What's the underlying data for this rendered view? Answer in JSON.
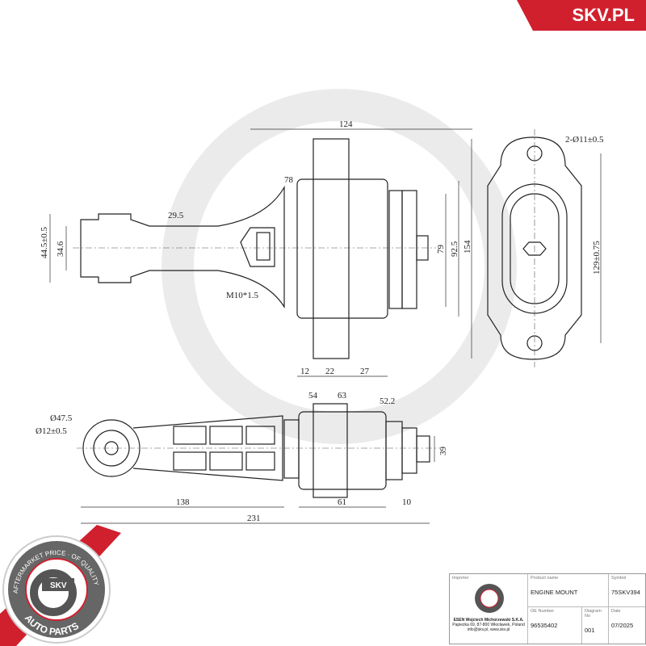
{
  "brand": {
    "name": "SKV.PL",
    "color": "#d0202e"
  },
  "logo": {
    "top_text": "AFTERMARKET PRICE · OF QUALITY",
    "center": "SKV",
    "bottom_text": "AUTO PARTS"
  },
  "dimensions": {
    "top_width": "124",
    "flange": "78",
    "arm_w": "29.5",
    "arm_h_tol": "44.5±0.5",
    "arm_h": "34.6",
    "thread": "M10*1.5",
    "h79": "79",
    "h92": "92.5",
    "h154": "154",
    "w12": "12",
    "w22": "22",
    "w27": "27",
    "holes": "2-Ø11±0.5",
    "hole_span": "129±0.75",
    "d47": "Ø47.5",
    "d12": "Ø12±0.5",
    "w54": "54",
    "w63": "63",
    "w52": "52.2",
    "h39": "39",
    "l138": "138",
    "l61": "61",
    "l10": "10",
    "l231": "231"
  },
  "title_block": {
    "importer_label": "Importer",
    "importer_lines": [
      "ESEN Wojciech Michorzewski S.K.A.",
      "Papieżka 69, 87-800 Włocławek, Poland",
      "info@skv.pl, www.skv.pl"
    ],
    "product_label": "Product name",
    "product": "ENGINE MOUNT",
    "symbol_label": "Symbol",
    "symbol": "75SKV394",
    "oe_label": "OE Number",
    "oe": "96535402",
    "diagram_label": "Diagram No",
    "diagram": "001",
    "date_label": "Date",
    "date": "07/2025"
  }
}
